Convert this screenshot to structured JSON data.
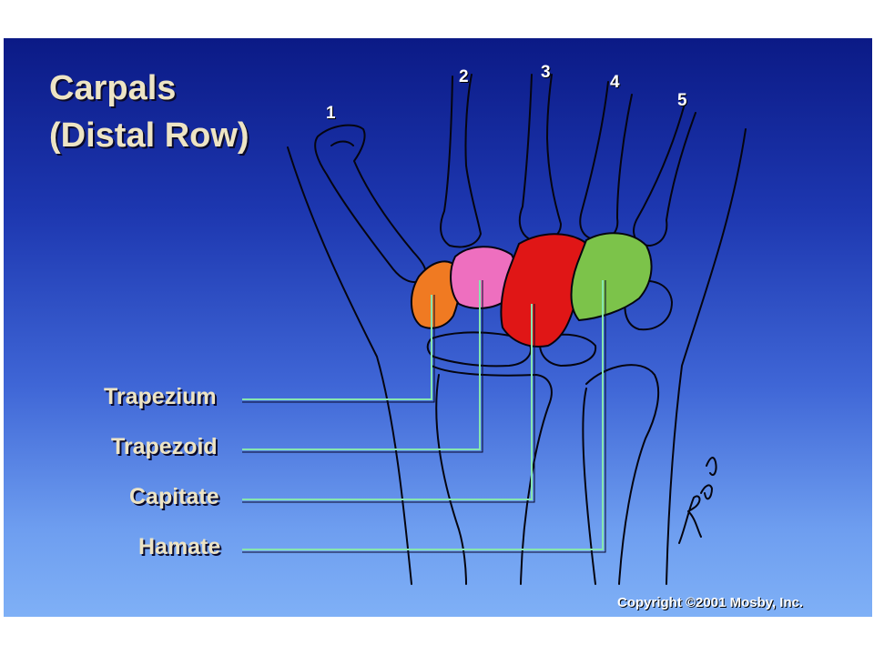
{
  "slide": {
    "title_line1": "Carpals",
    "title_line2": "(Distal Row)",
    "copyright": "Copyright ©2001 Mosby, Inc."
  },
  "digits": [
    "1",
    "2",
    "3",
    "4",
    "5"
  ],
  "labels": {
    "trapezium": "Trapezium",
    "trapezoid": "Trapezoid",
    "capitate": "Capitate",
    "hamate": "Hamate"
  },
  "colors": {
    "trapezium": "#f07a22",
    "trapezoid": "#ee6fbf",
    "capitate": "#e01616",
    "hamate": "#7cc34a",
    "leader_line": "#86e6b0",
    "title_text": "#ede4c4"
  },
  "signature": "Rawn '92"
}
